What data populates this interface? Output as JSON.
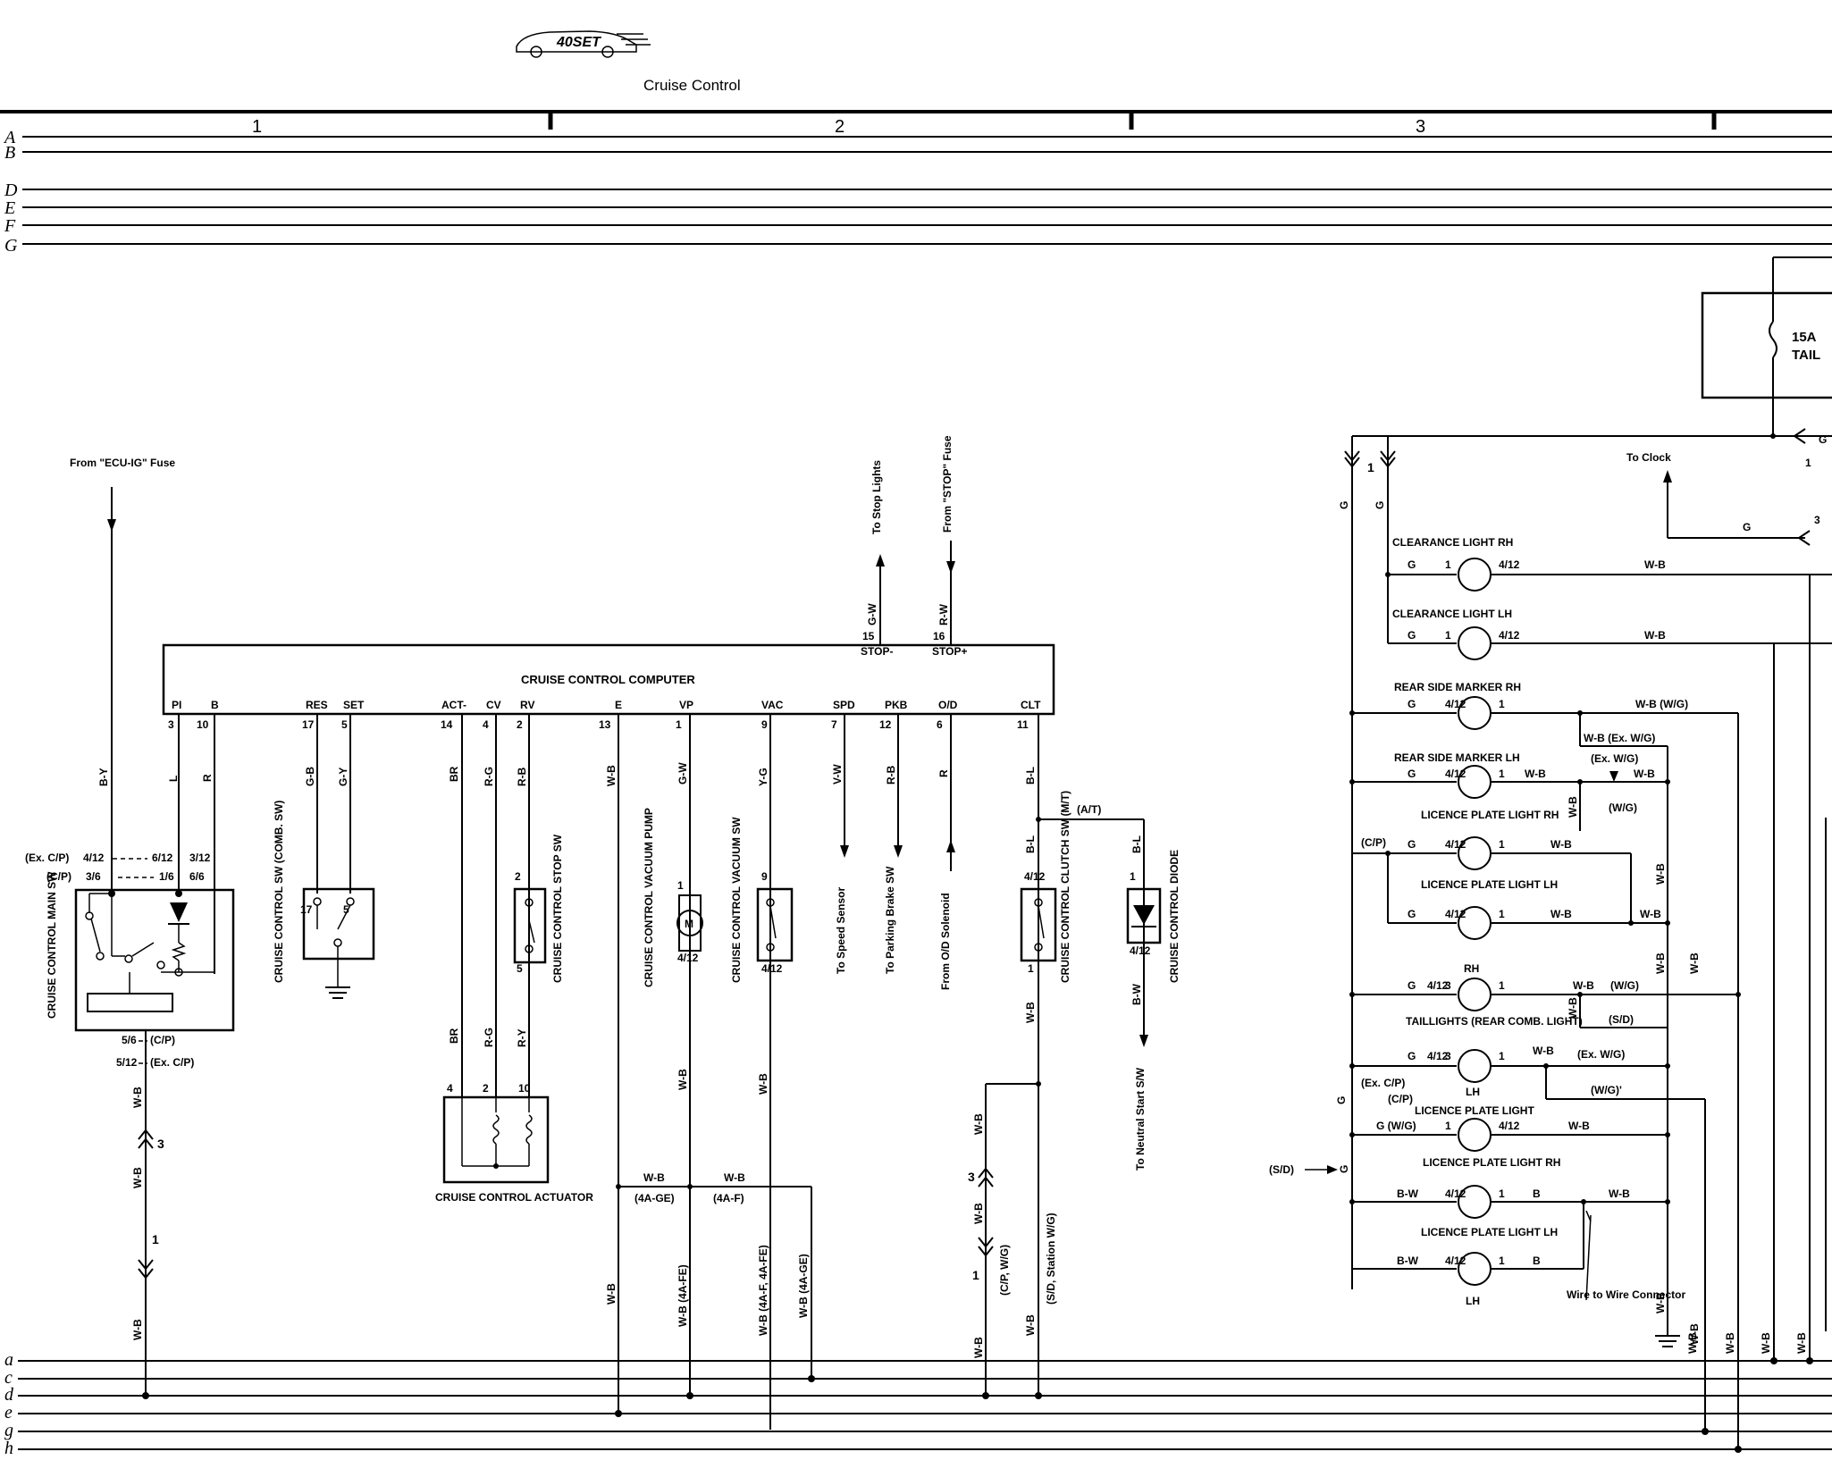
{
  "header": {
    "title": "Cruise Control",
    "logo_text": "40SET"
  },
  "columns": [
    "1",
    "2",
    "3"
  ],
  "top_bus": [
    "A",
    "B",
    "D",
    "E",
    "F",
    "G"
  ],
  "bottom_bus": [
    "a",
    "c",
    "d",
    "e",
    "g",
    "h"
  ],
  "ecu": {
    "name": "CRUISE CONTROL COMPUTER",
    "top_pins": [
      {
        "id": "STOP-",
        "num": "15",
        "wire": "G-W",
        "dest": "To Stop Lights"
      },
      {
        "id": "STOP+",
        "num": "16",
        "wire": "R-W",
        "dest": "From \"STOP\" Fuse"
      }
    ],
    "pins": [
      {
        "id": "PI",
        "num": "3",
        "wire": "B-Y"
      },
      {
        "id": "B",
        "num": "10",
        "wire": "L"
      },
      {
        "id": "RES",
        "num": "17",
        "wire": "G-B"
      },
      {
        "id": "SET",
        "num": "5",
        "wire": "G-Y"
      },
      {
        "id": "ACT-",
        "num": "14",
        "wire": "BR"
      },
      {
        "id": "CV",
        "num": "4",
        "wire": "R-G"
      },
      {
        "id": "RV",
        "num": "2",
        "wire": "R-B"
      },
      {
        "id": "E",
        "num": "13",
        "wire": "W-B"
      },
      {
        "id": "VP",
        "num": "1",
        "wire": "G-W"
      },
      {
        "id": "VAC",
        "num": "9",
        "wire": "Y-G"
      },
      {
        "id": "SPD",
        "num": "7",
        "wire": "V-W",
        "dest": "To Speed Sensor"
      },
      {
        "id": "PKB",
        "num": "12",
        "wire": "R-B",
        "dest": "To Parking Brake SW"
      },
      {
        "id": "O/D",
        "num": "6",
        "wire": "R",
        "dest": "From O/D Solenoid"
      },
      {
        "id": "CLT",
        "num": "11",
        "wire": "B-L"
      }
    ]
  },
  "left": {
    "from_fuse": "From \"ECU-IG\" Fuse",
    "main_sw": "CRUISE CONTROL MAIN SW",
    "conn_top": [
      "(Ex. C/P)",
      "4/12",
      "6/12",
      "3/12",
      "(C/P)",
      "3/6",
      "1/6",
      "6/6"
    ],
    "conn_bot": [
      "5/6",
      "(C/P)",
      "5/12",
      "(Ex. C/P)"
    ],
    "main_wire": "W-B",
    "junctions": [
      "3",
      "1"
    ],
    "r_wire": "R"
  },
  "components": {
    "comb_sw": "CRUISE CONTROL SW (COMB. SW)",
    "stop_sw": "CRUISE CONTROL STOP SW",
    "actuator": "CRUISE CONTROL ACTUATOR",
    "vacuum_pump": "CRUISE CONTROL VACUUM PUMP",
    "vacuum_sw": "CRUISE CONTROL VACUUM SW",
    "clutch_sw": "CRUISE CONTROL CLUTCH SW (M/T)",
    "diode": "CRUISE CONTROL DIODE",
    "neutral": "To Neutral Start S/W",
    "pump_m": "M"
  },
  "wires2": {
    "br": "BR",
    "rg": "R-G",
    "ry": "R-Y",
    "wb": "W-B",
    "bl": "B-L",
    "bw": "B-W",
    "at": "(A/T)",
    "ge": "(4A-GE)",
    "f": "(4A-F)",
    "wb_fe": "W-B (4A-FE)",
    "wb_f_fe": "W-B (4A-F, 4A-FE)",
    "wb_ge": "W-B (4A-GE)",
    "cp_wg": "(C/P, W/G)",
    "sd_wg": "(S/D, Station W/G)"
  },
  "right": {
    "fuse": "15A",
    "fuse_name": "TAIL",
    "to_clock": "To Clock",
    "clearance_rh": "CLEARANCE LIGHT RH",
    "clearance_lh": "CLEARANCE LIGHT LH",
    "rear_side_rh": "REAR SIDE MARKER RH",
    "rear_side_lh": "REAR SIDE MARKER LH",
    "licence_rh": "LICENCE PLATE LIGHT RH",
    "licence_lh": "LICENCE PLATE LIGHT LH",
    "taillights": "TAILLIGHTS (REAR COMB. LIGHT)",
    "rh": "RH",
    "lh": "LH",
    "licence_plate": "LICENCE PLATE LIGHT",
    "wire_conn": "Wire to Wire Connector",
    "g": "G",
    "wb": "W-B",
    "bw": "B-W",
    "b": "B",
    "gwg": "G (W/G)",
    "wb_wg": "W-B (W/G)",
    "wb_exwg": "W-B (Ex. W/G)",
    "exwg": "(Ex. W/G)",
    "wg": "(W/G)",
    "sd": "(S/D)",
    "cp": "(C/P)",
    "excp": "(Ex. C/P)",
    "wg2": "(W/G)'"
  }
}
